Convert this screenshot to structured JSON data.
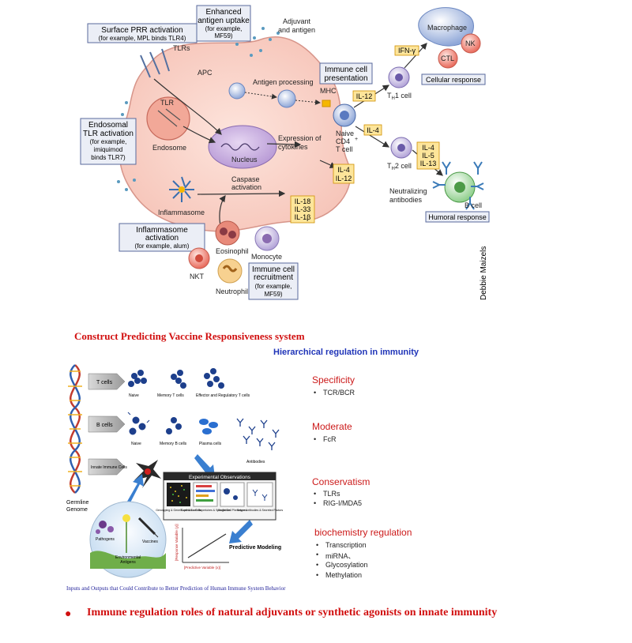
{
  "top": {
    "callouts": {
      "surface_prr": [
        "Surface PRR activation",
        "(for example, MPL binds TLR4)"
      ],
      "enhanced": [
        "Enhanced",
        "antigen uptake",
        "(for example,",
        "MF59)"
      ],
      "immune_pres": [
        "Immune cell",
        "presentation"
      ],
      "endosomal": [
        "Endosomal",
        "TLR activation",
        "(for example,",
        "imiquimod",
        "binds TLR7)"
      ],
      "inflammasome": [
        "Inflammasome",
        "activation",
        "(for example, alum)"
      ],
      "recruitment": [
        "Immune cell",
        "recruitment",
        "(for example,",
        "MF59)"
      ]
    },
    "labels": {
      "adjuvant": [
        "Adjuvant",
        "and antigen"
      ],
      "tlrs": "TLRs",
      "apc": "APC",
      "antigen_processing": "Antigen processing",
      "mhc": "MHC",
      "tlr": "TLR",
      "endosome": "Endosome",
      "nucleus": "Nucleus",
      "expression": [
        "Expression of",
        "cytokines"
      ],
      "caspase": [
        "Caspase",
        "activation"
      ],
      "inflammasome": "Inflammasome",
      "naive": [
        "Naive",
        "CD4",
        "T cell"
      ],
      "th1": "T",
      "th1_sub": "H",
      "th1_suffix": "1 cell",
      "th2": "T",
      "th2_sub": "H",
      "th2_suffix": "2 cell",
      "macrophage": "Macrophage",
      "nk": "NK",
      "ctl": "CTL",
      "cellular": "Cellular response",
      "neutralizing": [
        "Neutralizing",
        "antibodies"
      ],
      "bcell": "B cell",
      "humoral": "Humoral response",
      "eosinophil": "Eosinophil",
      "monocyte": "Monocyte",
      "nkt": "NKT",
      "neutrophil": "Neutrophil",
      "credit": "Debbie Maizels"
    },
    "cytokines": {
      "ifn": "IFN-γ",
      "il12_top": "IL-12",
      "il4_mid": "IL-4",
      "il4_il12": [
        "IL-4",
        "IL-12"
      ],
      "il18_group": [
        "IL-18",
        "IL-33",
        "IL-1β"
      ],
      "th2_group": [
        "IL-4",
        "IL-5",
        "IL-13"
      ]
    }
  },
  "bottom": {
    "heading": "Construct Predicting Vaccine Responsiveness system",
    "subheading": "Hierarchical regulation in immunity",
    "panel": {
      "rows": [
        "T cells",
        "B cells",
        "Innate Immune Cells"
      ],
      "t_cells": [
        "Naive",
        "Memory T cells",
        "Effector and Regulatory T cells"
      ],
      "b_cells": [
        "Naive",
        "Memory B cells",
        "Plasma cells",
        "Antibodies"
      ],
      "germline": [
        "Germline",
        "Genome"
      ],
      "pathogens": "Pathogens",
      "vaccines": "Vaccines",
      "environmental": [
        "Environmental",
        "Antigens"
      ],
      "exp_title": "Experimental Observations",
      "exp_cols": [
        "Genotyping & Gene Expression Data",
        "B-cell & T-cell Repertoires & Specificities",
        "Single Cell Phenotypes",
        "Serum Antibodies & Secreted Factors"
      ],
      "predictive": "Predictive Modeling",
      "y_axis": "[Response Variable (y)]",
      "x_axis": "[Predictive Variable (x)]"
    },
    "categories": [
      {
        "title": "Specificity",
        "items": [
          "TCR/BCR"
        ]
      },
      {
        "title": "Moderate",
        "items": [
          "FcR"
        ]
      },
      {
        "title": "Conservatism",
        "items": [
          "TLRs",
          "RIG-I/MDA5"
        ]
      },
      {
        "title": "biochemistry regulation",
        "items": [
          "Transcription",
          "miRNA、",
          "Glycosylation",
          "Methylation"
        ]
      }
    ],
    "caption": "Inputs and Outputs that Could Contribute to Better Prediction of Human Immune System Behavior",
    "bullet_text": "Immune regulation roles of natural adjuvants or synthetic agonists on innate immunity",
    "colors": {
      "heading_red": "#d10f0f",
      "subheading_blue": "#1f34b8",
      "caption_blue": "#23239a"
    }
  }
}
